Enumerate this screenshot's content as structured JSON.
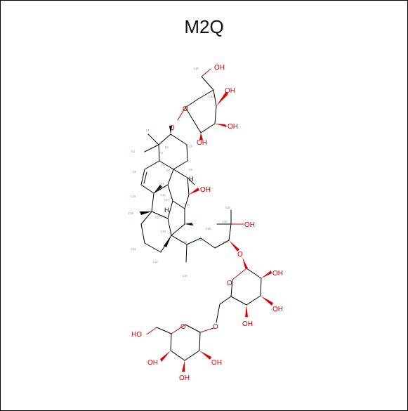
{
  "title": "M2Q",
  "colors": {
    "carbon": "#000000",
    "oxygen": "#e00000",
    "atom_label": "#2e9a2e",
    "border": "#000000"
  },
  "atom_symbols": {
    "hydroxyl": "OH",
    "hydroxyl_left": "HO",
    "oxygen": "O",
    "hydrogen": "H"
  },
  "atom_labels": {
    "c1": "C1",
    "c2": "C2",
    "c3": "C3",
    "c4": "C4",
    "c5": "C5",
    "c6": "C6",
    "c7": "C7",
    "c8": "C8",
    "c9": "C9",
    "c10": "C10",
    "c11": "C11",
    "c12": "C12",
    "c13": "C13",
    "c14": "C14",
    "c15": "C15",
    "c16": "C16",
    "c17": "C17",
    "c18": "C18",
    "c19": "C19",
    "c20": "C20",
    "c21": "C21",
    "c22": "C22",
    "c23": "C23",
    "c24": "C24",
    "c25": "C25",
    "c26": "C26",
    "c27": "C27",
    "c28": "C28",
    "c29": "C29",
    "c30": "C30"
  }
}
